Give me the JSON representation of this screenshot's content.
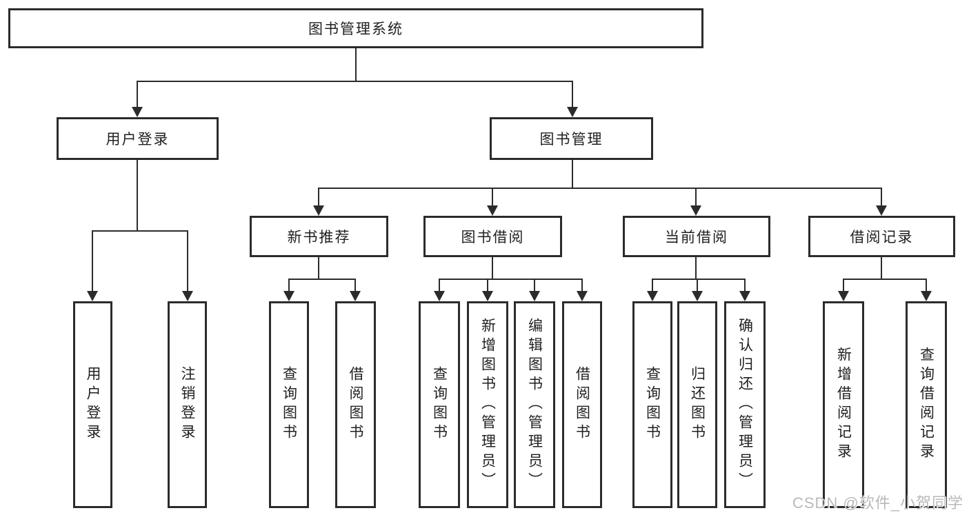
{
  "diagram": {
    "root": "图书管理系统",
    "branches": [
      {
        "label": "用户登录",
        "children": [
          "用户登录",
          "注销登录"
        ]
      },
      {
        "label": "图书管理",
        "groups": [
          {
            "label": "新书推荐",
            "children": [
              "查询图书",
              "借阅图书"
            ]
          },
          {
            "label": "图书借阅",
            "children": [
              "查询图书",
              "新增图书（管理员）",
              "编辑图书（管理员）",
              "借阅图书"
            ]
          },
          {
            "label": "当前借阅",
            "children": [
              "查询图书",
              "归还图书",
              "确认归还（管理员）"
            ]
          },
          {
            "label": "借阅记录",
            "children": [
              "新增借阅记录",
              "查询借阅记录"
            ]
          }
        ]
      }
    ]
  },
  "watermark": "CSDN @软件_小贺同学",
  "colors": {
    "line": "#2b2b2b",
    "box_fill": "#ffffff",
    "text": "#1f1f1f",
    "watermark": "#b9b9b9"
  }
}
